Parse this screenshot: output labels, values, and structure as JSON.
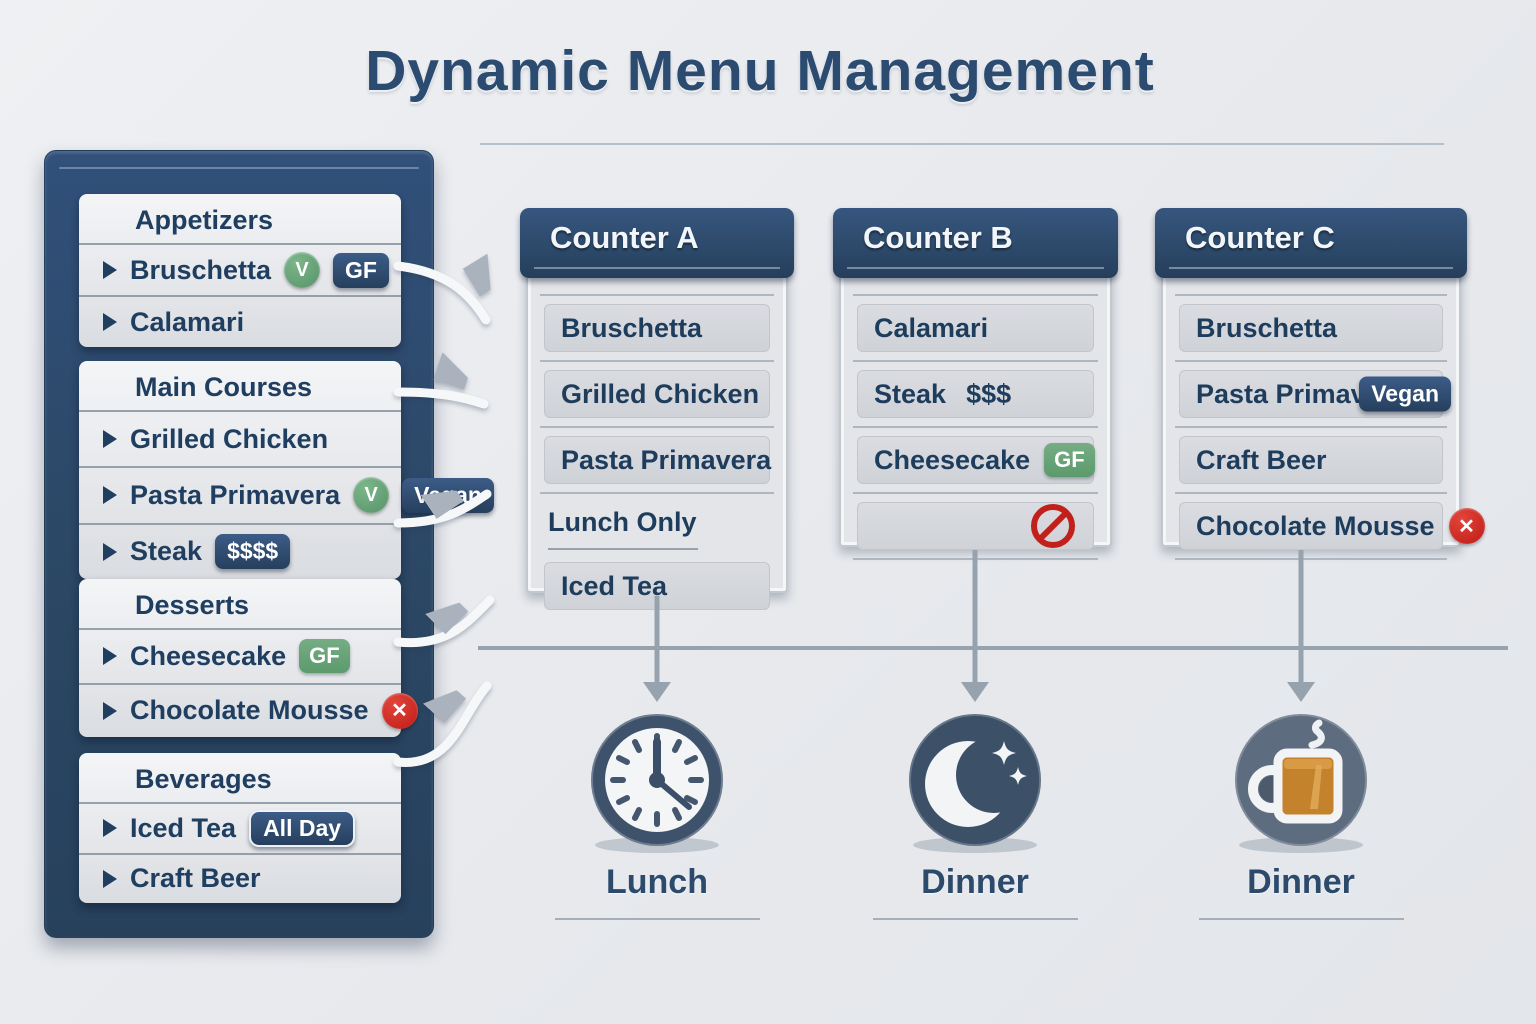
{
  "title": "Dynamic Menu Management",
  "menu": {
    "sections": [
      {
        "title": "Appetizers",
        "items": [
          {
            "label": "Bruschetta",
            "badges": [
              {
                "text": "V",
                "type": "vegetarian"
              },
              {
                "text": "GF",
                "type": "gluten-free"
              }
            ]
          },
          {
            "label": "Calamari",
            "badges": []
          }
        ]
      },
      {
        "title": "Main Courses",
        "items": [
          {
            "label": "Grilled Chicken",
            "badges": []
          },
          {
            "label": "Pasta Primavera",
            "badges": [
              {
                "text": "V",
                "type": "vegetarian"
              },
              {
                "text": "Vegan",
                "type": "vegan"
              }
            ]
          },
          {
            "label": "Steak",
            "badges": [
              {
                "text": "$$$$",
                "type": "price"
              }
            ]
          }
        ]
      },
      {
        "title": "Desserts",
        "items": [
          {
            "label": "Cheesecake",
            "badges": [
              {
                "text": "GF",
                "type": "gluten-free-green"
              }
            ]
          },
          {
            "label": "Chocolate Mousse",
            "badges": [
              {
                "text": "✕",
                "type": "unavailable"
              }
            ]
          }
        ]
      },
      {
        "title": "Beverages",
        "items": [
          {
            "label": "Iced Tea",
            "badges": [
              {
                "text": "All Day",
                "type": "availability"
              }
            ]
          },
          {
            "label": "Craft Beer",
            "badges": []
          }
        ]
      }
    ]
  },
  "counters": [
    {
      "title": "Counter A",
      "items": [
        {
          "label": "Bruschetta"
        },
        {
          "label": "Grilled Chicken"
        },
        {
          "label": "Pasta Primavera"
        },
        {
          "label": "Lunch Only",
          "style": "note"
        },
        {
          "label": "Iced Tea"
        }
      ]
    },
    {
      "title": "Counter B",
      "items": [
        {
          "label": "Calamari"
        },
        {
          "label": "Steak",
          "price": "$$$"
        },
        {
          "label": "Cheesecake",
          "badges": [
            {
              "text": "GF",
              "type": "gluten-free-green"
            }
          ]
        },
        {
          "label": "",
          "icon": "no-entry"
        }
      ]
    },
    {
      "title": "Counter C",
      "items": [
        {
          "label": "Bruschetta"
        },
        {
          "label": "Pasta Primavera",
          "badges": [
            {
              "text": "Vegan",
              "type": "vegan"
            }
          ]
        },
        {
          "label": "Craft Beer"
        },
        {
          "label": "Chocolate Mousse",
          "badges": [
            {
              "text": "✕",
              "type": "unavailable"
            }
          ]
        }
      ]
    }
  ],
  "schedules": [
    {
      "icon": "clock-icon",
      "label": "Lunch"
    },
    {
      "icon": "moon-icon",
      "label": "Dinner"
    },
    {
      "icon": "mug-icon",
      "label": "Dinner"
    }
  ],
  "colors": {
    "navy": "#2c4965",
    "header_navy": "#2e4d72",
    "text_navy": "#1e3c5c",
    "green": "#5c9a6c",
    "red": "#c1201b",
    "connector_gray": "#97a2af",
    "background": "#e8eaee"
  }
}
